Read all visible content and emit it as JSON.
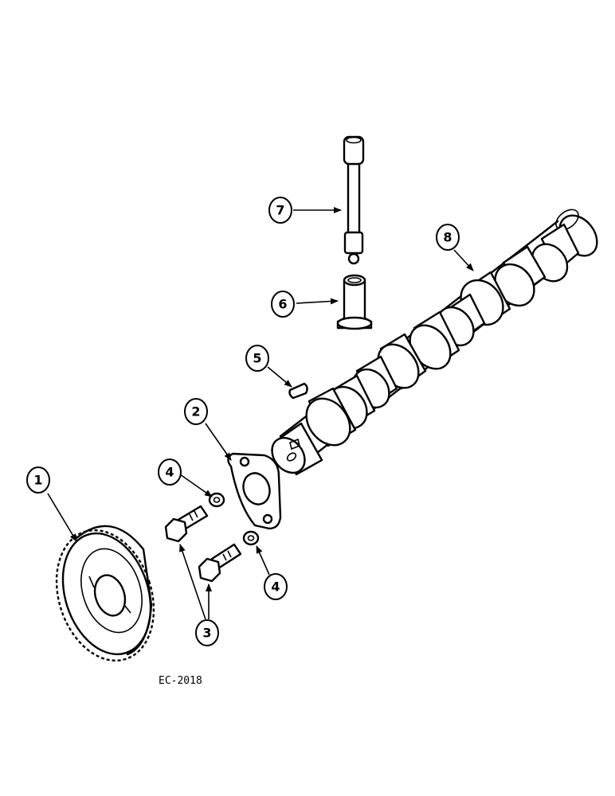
{
  "drawing_code": "EC-2018",
  "callouts": {
    "c1": "1",
    "c2": "2",
    "c3": "3",
    "c4a": "4",
    "c4b": "4",
    "c5": "5",
    "c6": "6",
    "c7": "7",
    "c8": "8"
  }
}
